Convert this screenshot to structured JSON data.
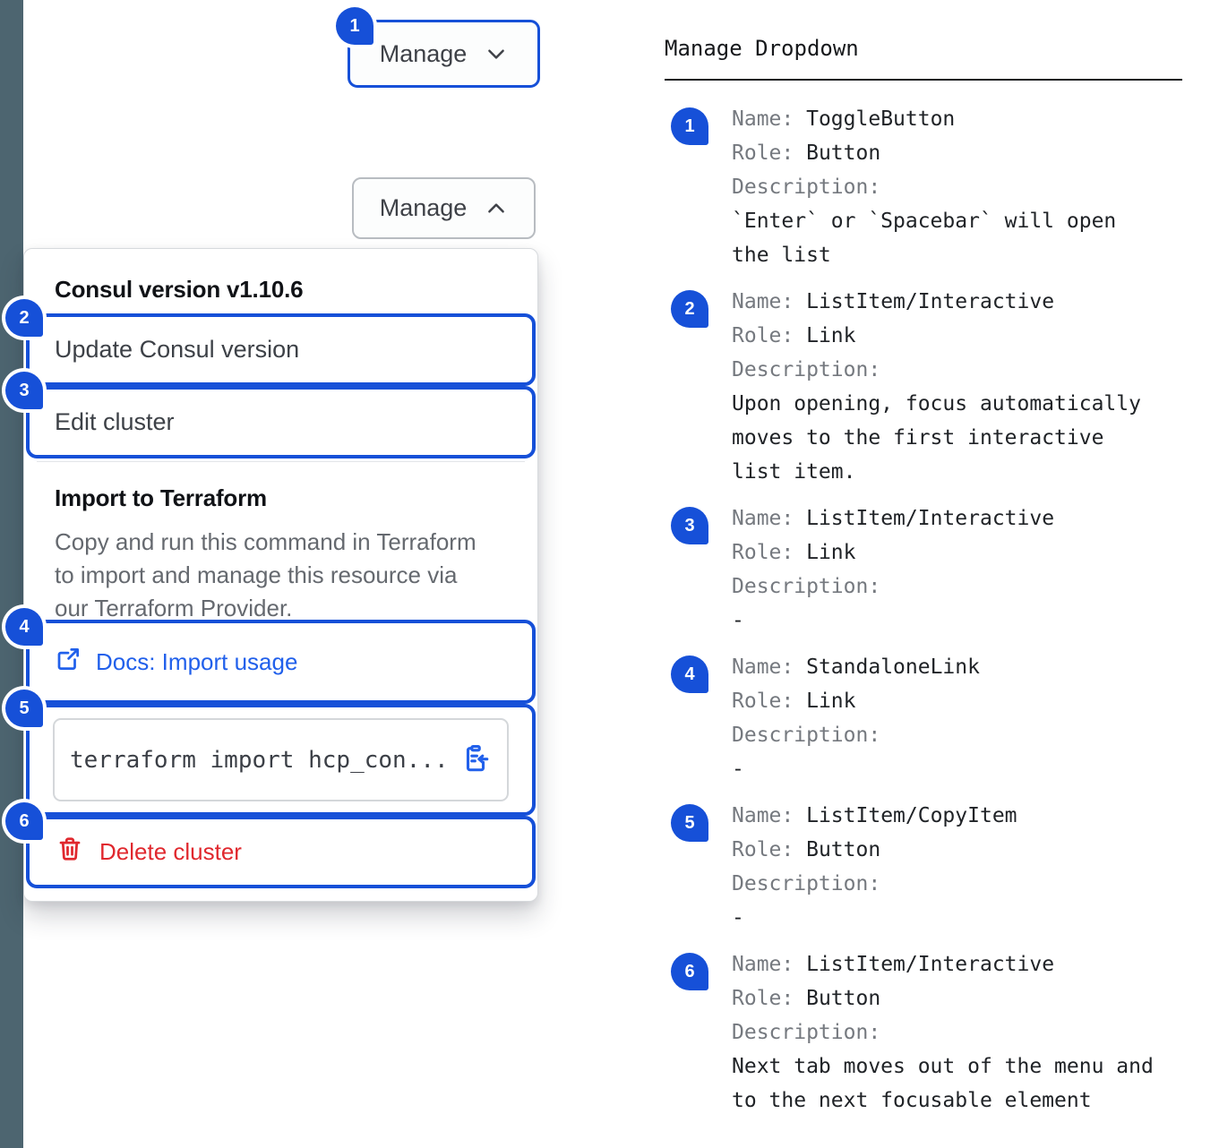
{
  "colors": {
    "annotation_blue": "#1650d8",
    "link_blue": "#2160eb",
    "danger_red": "#e0282e",
    "edge_strip": "#4d6570"
  },
  "component": {
    "toggle_button_label": "Manage",
    "menu": {
      "version_label": "Consul version v1.10.6",
      "update_item": "Update Consul version",
      "edit_item": "Edit cluster",
      "import_heading": "Import to Terraform",
      "import_description": "Copy and run this command in Terraform\nto import and manage this resource via\nour Terraform Provider.",
      "docs_link": "Docs: Import usage",
      "code_snippet": "terraform import hcp_con...",
      "delete_item": "Delete cluster"
    }
  },
  "legend": {
    "title": "Manage Dropdown",
    "field_labels": {
      "name": "Name:",
      "role": "Role:",
      "description": "Description:"
    },
    "items": [
      {
        "num": "1",
        "name": "ToggleButton",
        "role": "Button",
        "description": "`Enter` or `Spacebar` will open\nthe list"
      },
      {
        "num": "2",
        "name": "ListItem/Interactive",
        "role": "Link",
        "description": "Upon opening, focus automatically\nmoves to the first interactive\nlist item."
      },
      {
        "num": "3",
        "name": "ListItem/Interactive",
        "role": "Link",
        "description": "-"
      },
      {
        "num": "4",
        "name": "StandaloneLink",
        "role": "Link",
        "description": "-"
      },
      {
        "num": "5",
        "name": "ListItem/CopyItem",
        "role": "Button",
        "description": "-"
      },
      {
        "num": "6",
        "name": "ListItem/Interactive",
        "role": "Button",
        "description": "Next tab moves out of the menu and\nto the next focusable element"
      }
    ]
  }
}
